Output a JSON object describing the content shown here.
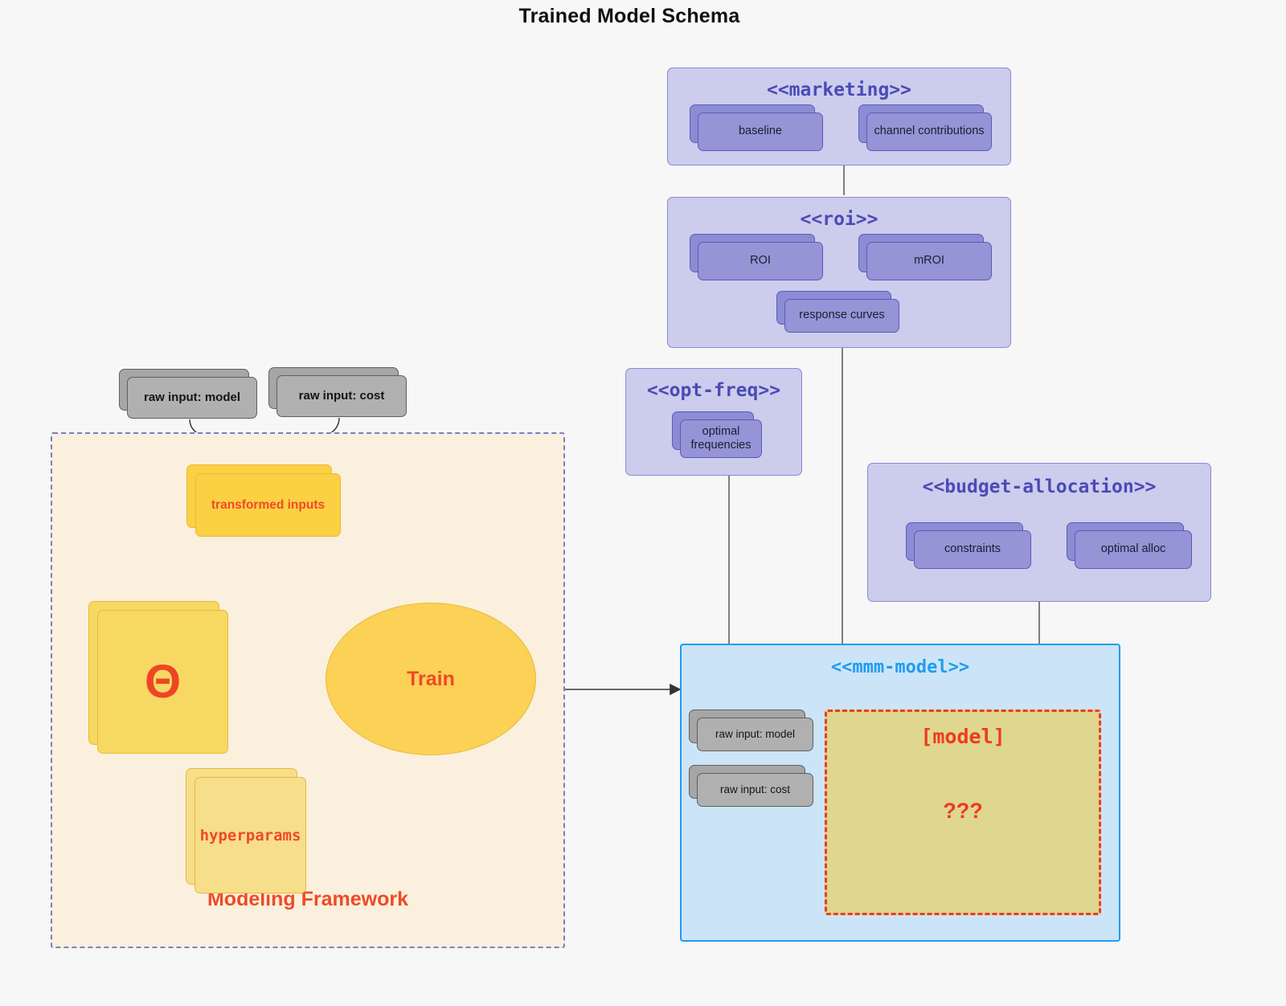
{
  "title": "Trained Model Schema",
  "packages": {
    "marketing": {
      "title": "<<marketing>>",
      "nodes": [
        {
          "label": "baseline"
        },
        {
          "label": "channel contributions"
        }
      ]
    },
    "roi": {
      "title": "<<roi>>",
      "nodes": [
        {
          "label": "ROI"
        },
        {
          "label": "mROI"
        },
        {
          "label": "response curves"
        }
      ]
    },
    "opt_freq": {
      "title": "<<opt-freq>>",
      "nodes": [
        {
          "label": "optimal frequencies"
        }
      ]
    },
    "budget_allocation": {
      "title": "<<budget-allocation>>",
      "nodes": [
        {
          "label": "constraints"
        },
        {
          "label": "optimal alloc"
        }
      ]
    },
    "mmm_model": {
      "title": "<<mmm-model>>",
      "inputs": [
        {
          "label": "raw input: model"
        },
        {
          "label": "raw input: cost"
        }
      ],
      "model_box": {
        "label": "[model]",
        "unknown": "???"
      }
    }
  },
  "raw_inputs": [
    {
      "label": "raw input: model"
    },
    {
      "label": "raw input: cost"
    }
  ],
  "framework": {
    "label": "Modeling Framework",
    "transformed_inputs": "transformed inputs",
    "theta": "Θ",
    "hyperparams": "hyperparams",
    "train": "Train"
  },
  "colors": {
    "package_fill": "#ccccec",
    "package_border": "#8a8ad4",
    "package_title": "#4a4ab8",
    "node_fill": "#9494d6",
    "node_border": "#5b5bba",
    "gray_fill": "#b0b0b0",
    "gray_border": "#5f5f5f",
    "framework_fill": "#faf0dd",
    "framework_border": "#7b7bcc",
    "accent_red": "#ef4a27",
    "gold": "#fbd043",
    "mid_yellow": "#f7d862",
    "pale_yellow": "#f7de8a",
    "blue_fill": "#cce4f7",
    "blue_border": "#1f9cf0",
    "model_fill": "#dfd690",
    "model_border": "#ee3b1e",
    "edge_gray": "#4a4a4a",
    "background": "#f7f7f7"
  }
}
